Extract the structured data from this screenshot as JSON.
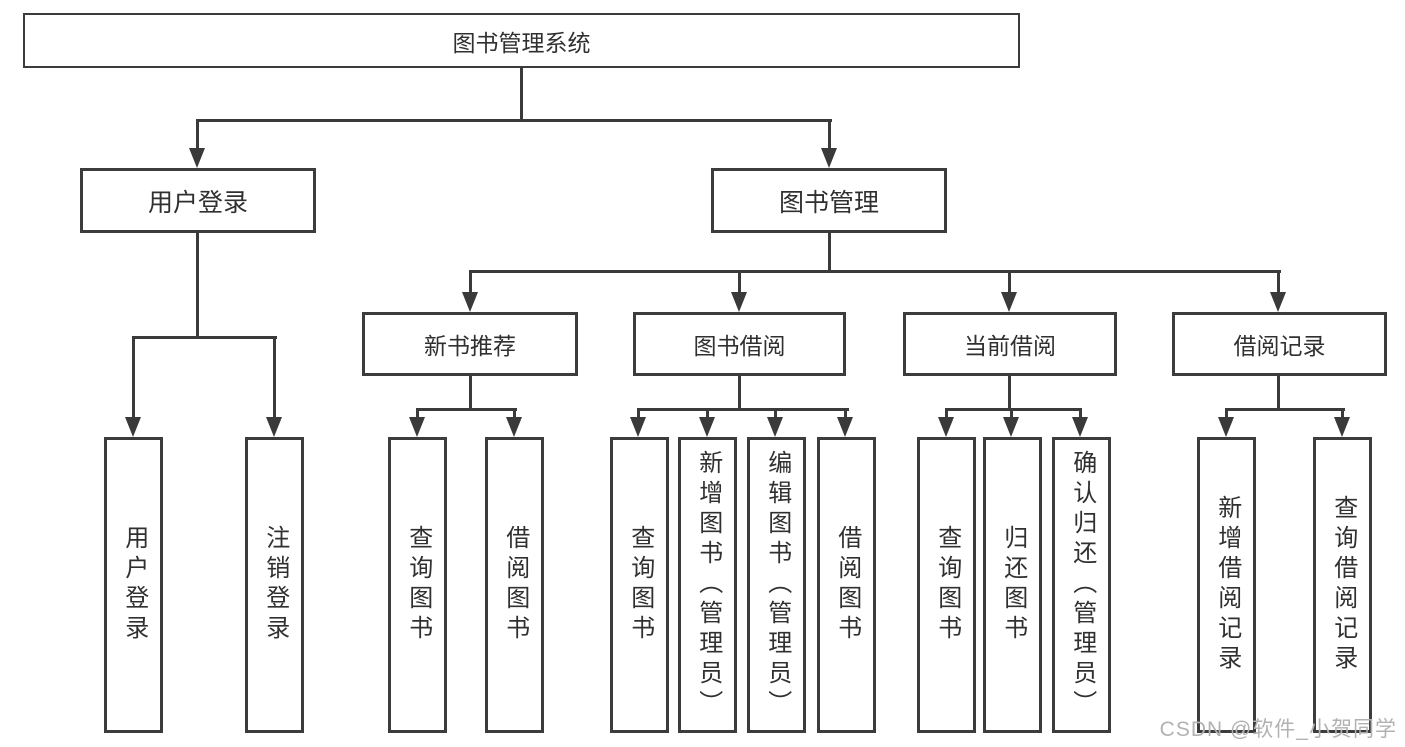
{
  "diagram": {
    "root": "图书管理系统",
    "user_login": {
      "label": "用户登录",
      "children": [
        "用户登录",
        "注销登录"
      ]
    },
    "book_mgmt": {
      "label": "图书管理",
      "children": [
        {
          "label": "新书推荐",
          "children": [
            "查询图书",
            "借阅图书"
          ]
        },
        {
          "label": "图书借阅",
          "children": [
            "查询图书",
            "新增图书（管理员）",
            "编辑图书（管理员）",
            "借阅图书"
          ]
        },
        {
          "label": "当前借阅",
          "children": [
            "查询图书",
            "归还图书",
            "确认归还（管理员）"
          ]
        },
        {
          "label": "借阅记录",
          "children": [
            "新增借阅记录",
            "查询借阅记录"
          ]
        }
      ]
    }
  },
  "watermark": "CSDN @软件_小贺同学",
  "colors": {
    "line": "#3a3a3a",
    "box_border": "#3c3c3c",
    "text": "#303030",
    "watermark": "#b2b2b2",
    "background": "#ffffff"
  }
}
